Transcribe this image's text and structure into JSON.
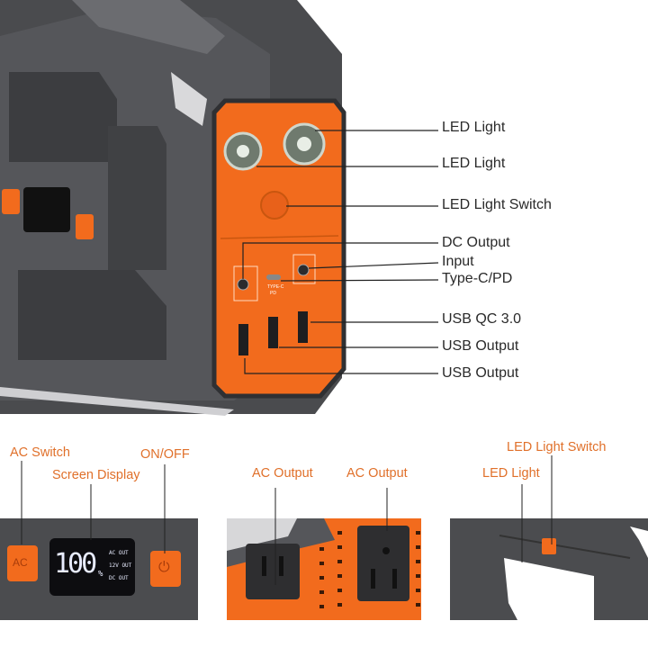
{
  "callouts_main": [
    {
      "label": "LED Light"
    },
    {
      "label": "LED Light"
    },
    {
      "label": "LED Light Switch"
    },
    {
      "label": "DC Output"
    },
    {
      "label": "Input"
    },
    {
      "label": "Type-C/PD"
    },
    {
      "label": "USB QC 3.0"
    },
    {
      "label": "USB Output"
    },
    {
      "label": "USB Output"
    }
  ],
  "panel_control": {
    "ac_switch": "AC Switch",
    "screen_display": "Screen Display",
    "on_off": "ON/OFF",
    "ac_button": "AC",
    "battery_percent": "100",
    "percent_sign": "%",
    "indicators": [
      "AC OUT",
      "12V OUT",
      "DC OUT"
    ]
  },
  "panel_ac": {
    "ac_output_1": "AC Output",
    "ac_output_2": "AC Output"
  },
  "panel_led": {
    "led_light_switch": "LED Light Switch",
    "led_light": "LED Light"
  },
  "colors": {
    "accent": "#f26b1d",
    "label_orange": "#e0702a",
    "body": "#4a4b4e",
    "text": "#2a2a2a"
  }
}
